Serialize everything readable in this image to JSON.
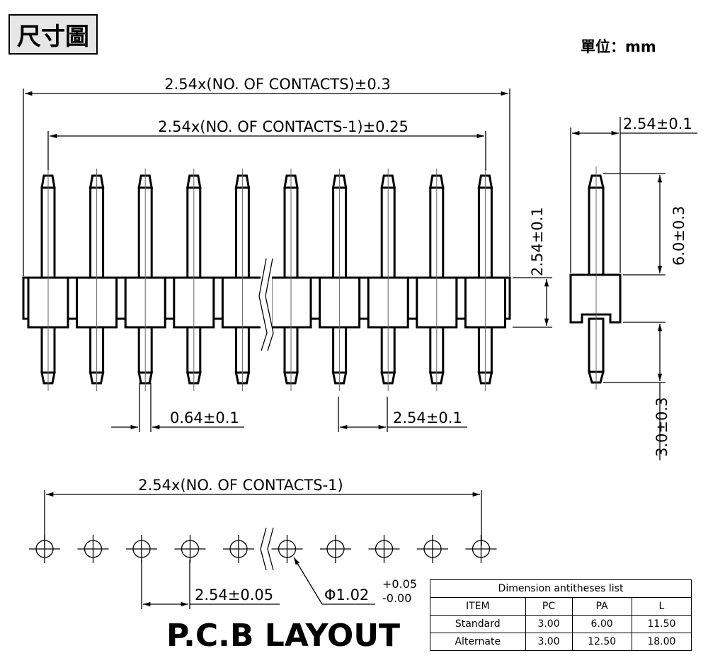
{
  "title": "尺寸圖",
  "unit": "單位：mm",
  "dims": {
    "overall": "2.54x(NO. OF CONTACTS)±0.3",
    "pitch_total": "2.54x(NO. OF CONTACTS-1)±0.25",
    "housing_height": "2.54±0.1",
    "side_width": "2.54±0.1",
    "upper_pin": "6.0±0.3",
    "lower_pin": "3.0±0.3",
    "pin_width": "0.64±0.1",
    "pitch": "2.54±0.1",
    "pcb_total": "2.54x(NO. OF CONTACTS-1)",
    "pcb_pitch": "2.54±0.05",
    "hole_dia": "Φ1.02",
    "hole_tol_plus": "+0.05",
    "hole_tol_minus": "-0.00"
  },
  "pin_count": 10,
  "pcb_title": "P.C.B LAYOUT",
  "table": {
    "caption": "Dimension  antitheses  list",
    "headers": [
      "ITEM",
      "PC",
      "PA",
      "L"
    ],
    "rows": [
      [
        "Standard",
        "3.00",
        "6.00",
        "11.50"
      ],
      [
        "Alternate",
        "3.00",
        "12.50",
        "18.00"
      ]
    ]
  }
}
